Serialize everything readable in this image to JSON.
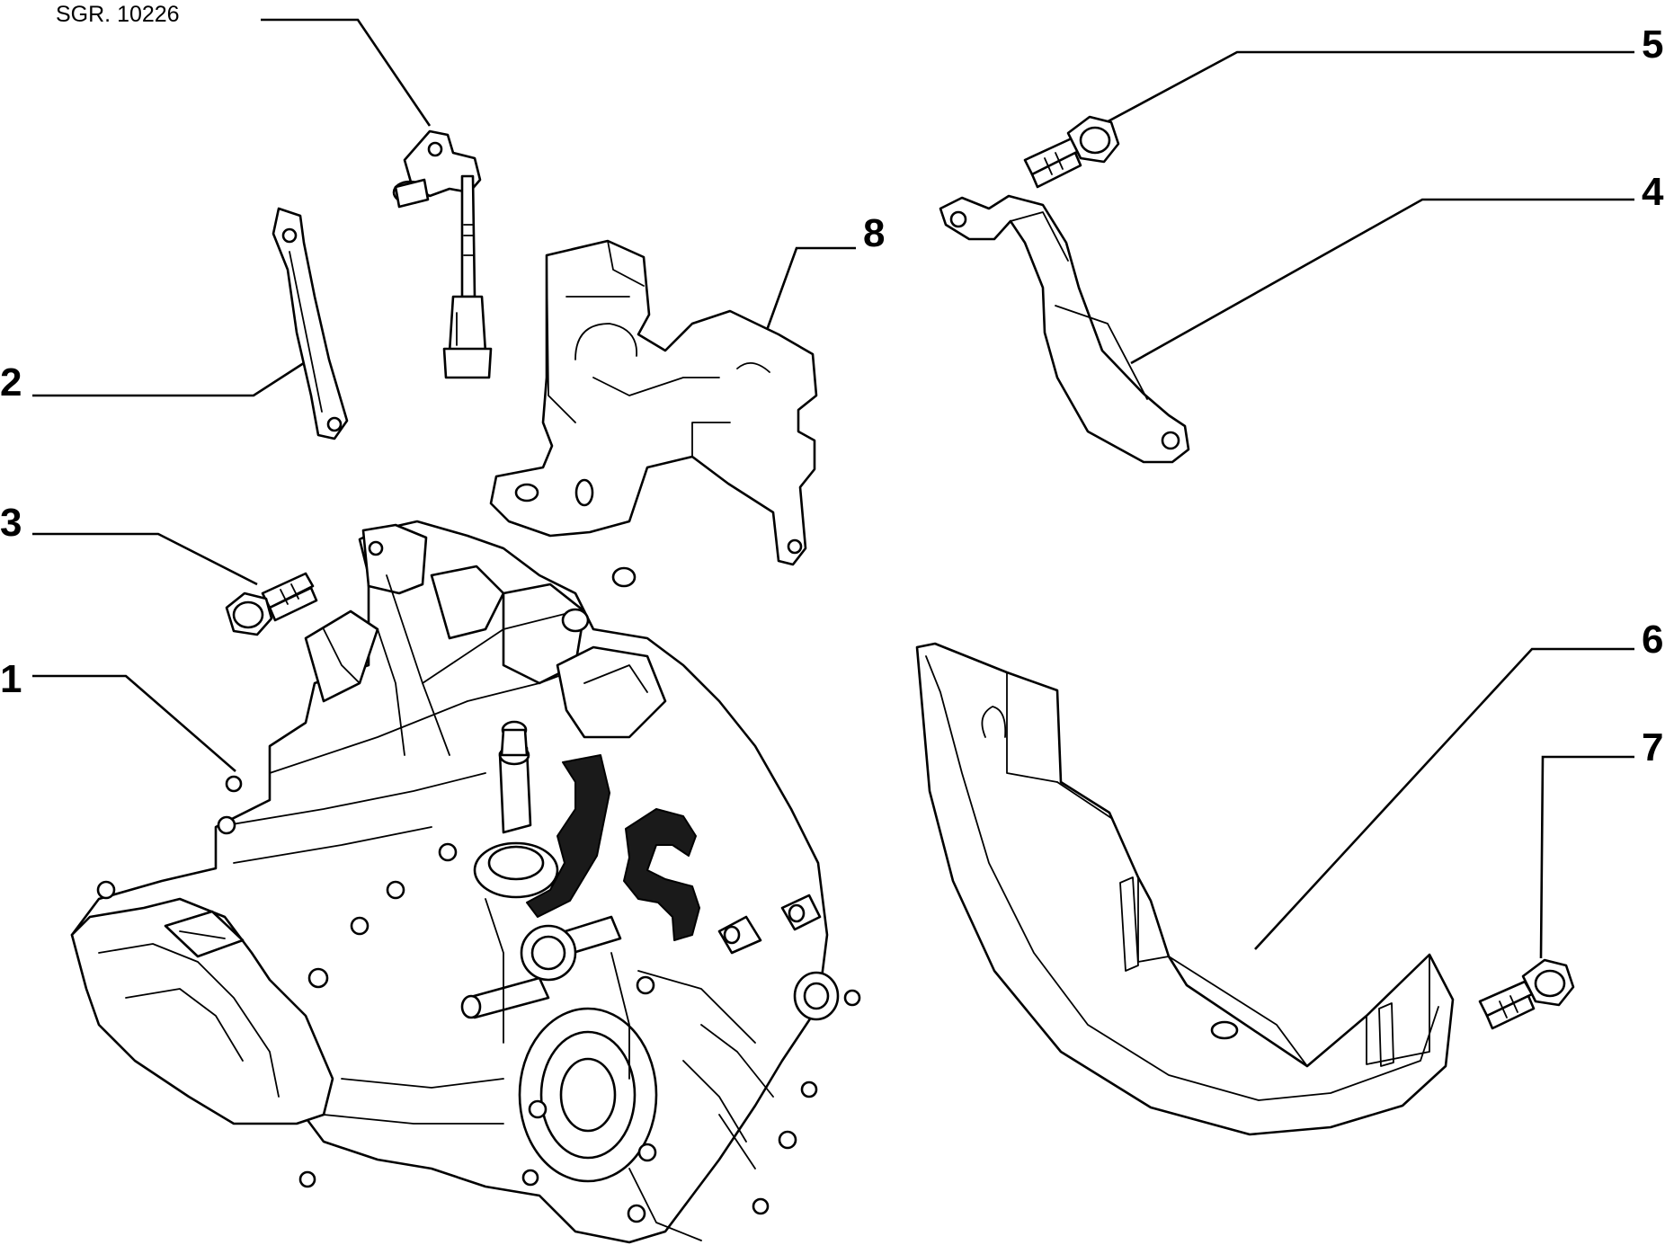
{
  "reference": {
    "label": "SGR. 10226"
  },
  "callouts": [
    {
      "id": "1",
      "label": "1"
    },
    {
      "id": "2",
      "label": "2"
    },
    {
      "id": "3",
      "label": "3"
    },
    {
      "id": "4",
      "label": "4"
    },
    {
      "id": "5",
      "label": "5"
    },
    {
      "id": "6",
      "label": "6"
    },
    {
      "id": "7",
      "label": "7"
    },
    {
      "id": "8",
      "label": "8"
    }
  ],
  "colors": {
    "line": "#000000",
    "background": "#ffffff",
    "dark_fill": "#1a1a1a"
  }
}
